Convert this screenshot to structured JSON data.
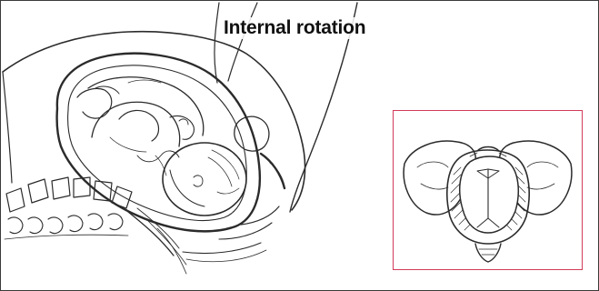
{
  "diagram": {
    "title": "Internal rotation",
    "colors": {
      "frame_border": "#3a3a3a",
      "inset_border": "#d23a5a",
      "line_art": "#2b2b2b",
      "background": "#ffffff"
    },
    "illustrations": [
      {
        "name": "sagittal-section-fetus-in-pelvis",
        "content": "line drawing"
      },
      {
        "name": "pelvic-inlet-view",
        "content": "line drawing"
      }
    ]
  }
}
